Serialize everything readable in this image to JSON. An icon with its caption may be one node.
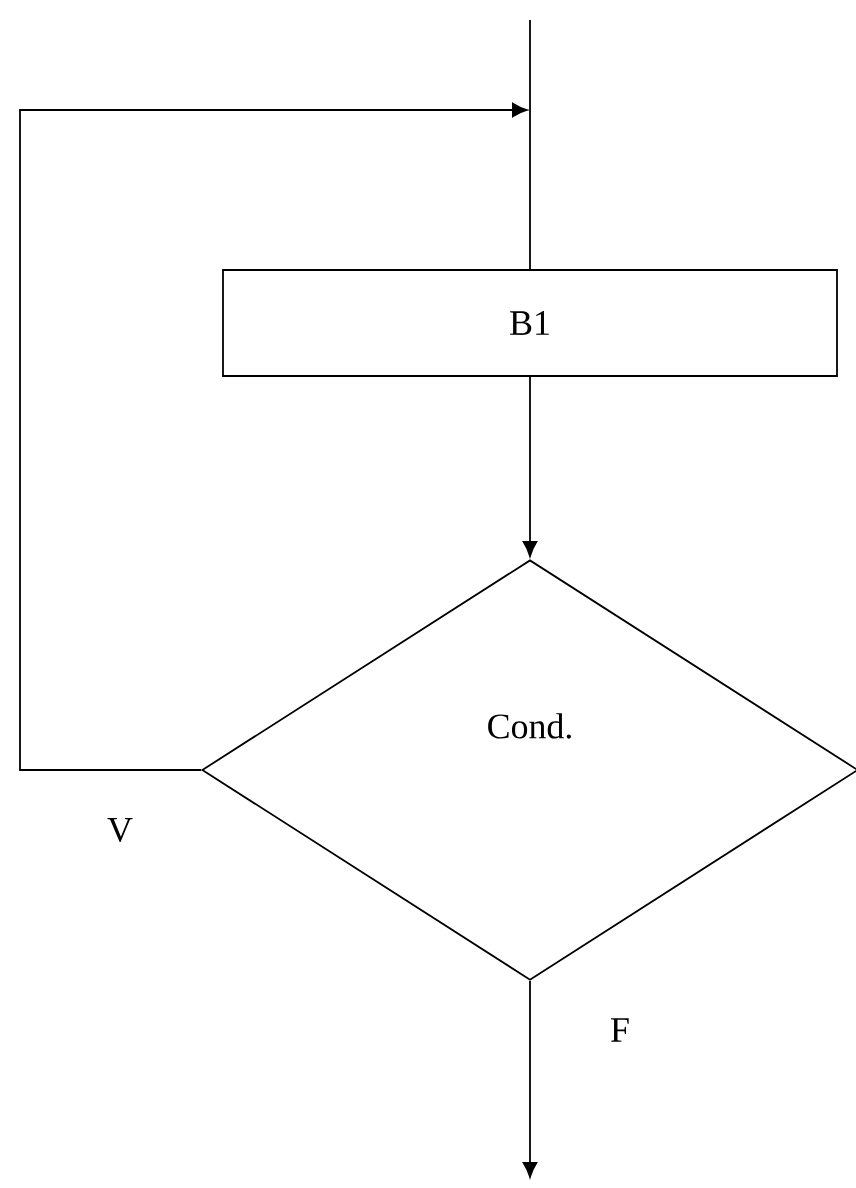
{
  "diagram": {
    "nodes": [
      {
        "text": [
          "B1"
        ]
      },
      {
        "text": [
          "Cond."
        ]
      }
    ],
    "edges": [
      {
        "from": null,
        "to": 0,
        "arrow": "none"
      },
      {
        "from": 0,
        "to": 1,
        "arrow": "to"
      },
      {
        "from": 1,
        "to": null,
        "arrow": "to",
        "label": "V"
      },
      {
        "from": 1,
        "to": null,
        "arrow": "to",
        "label": "F"
      }
    ]
  }
}
